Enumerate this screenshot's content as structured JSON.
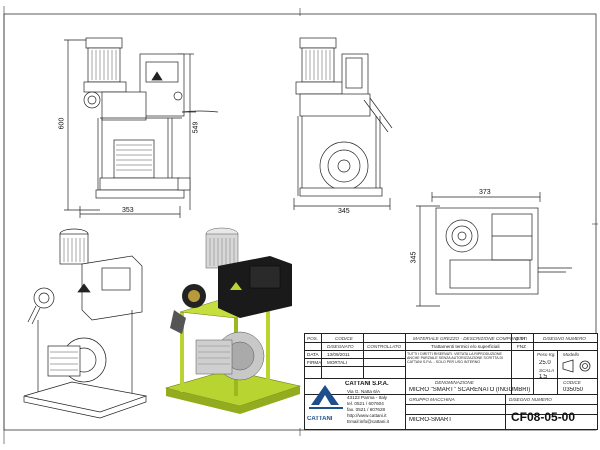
{
  "dimensions": {
    "height_total": "600",
    "height_base": "549",
    "front_width": "353",
    "side_width": "345",
    "top_width": "373",
    "top_depth": "345"
  },
  "title_block": {
    "headers": {
      "pos": "POS.",
      "codice": "CODICE",
      "materiale": "MATERIALE GREZZO - DESCRIZIONE COMPONENTI",
      "qta": "Q.TA",
      "disegno_numero": "DISEGNO NUMERO"
    },
    "data_label": "DATA",
    "disegnato_label": "DISEGNATO",
    "controllato_label": "CONTROLLATO",
    "date": "13/09/2011",
    "firma_label": "FIRMA",
    "firma": "MORTALI",
    "treatment": "Trattamenti termici e/o superficiali",
    "treatment_code": "FNZ",
    "legal_text": "TUTTI I DIRITTI RISERVATI. VIETATA LA RIPRODUZIONE ANCHE PARZIALE SENZA AUTORIZZAZIONE SCRITTA DI CATTANI S.P.A. - SOLO PER USO INTERNO",
    "peso_label": "Peso Kg.",
    "peso": "25.0",
    "scala_label": "SCALA",
    "scala": "1:5",
    "modello_label": "Modello",
    "denominazione_label": "DENOMINAZIONE",
    "denominazione": "MICRO \"SMART\" SCARENATO (INGOMBRI)",
    "codice_label": "CODICE",
    "codice": "035050",
    "gruppo_label": "GRUPPO MACCHINA",
    "gruppo": "MICRO-SMART",
    "disegno_label": "DISEGNO NUMERO",
    "disegno": "CF08-05-00"
  },
  "company": {
    "name": "CATTANI S.P.A.",
    "logo_text": "CATTANI",
    "address1": "Via G. Natta 6/A",
    "address2": "43122 Parma - Italy",
    "tel": "tel. 0521 / 607604",
    "fax": "fax. 0521 / 607628",
    "web": "http://www.cattani.it",
    "email": "Email:info@cattani.it"
  },
  "colors": {
    "line": "#222222",
    "accent_green": "#b8d430",
    "machine_black": "#1a1a1a",
    "logo_blue": "#1f4e8c"
  }
}
